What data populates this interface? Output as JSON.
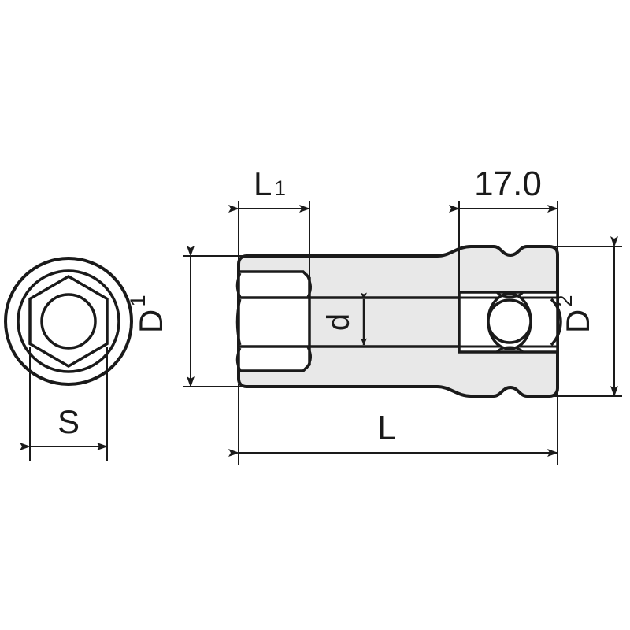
{
  "drawing": {
    "type": "engineering-dimension-drawing",
    "subject": "hex socket (deep) with square drive end",
    "views": [
      {
        "name": "end-view",
        "description": "circular end view showing hexagon socket profile"
      },
      {
        "name": "side-view",
        "description": "longitudinal section of socket body"
      }
    ],
    "line_color": "#1a1a1a",
    "body_fill": "#e8e8e8",
    "cavity_fill": "#ffffff",
    "background": "#ffffff"
  },
  "dimensions": {
    "l1": {
      "label": "L",
      "subscript": "1",
      "orientation": "horizontal",
      "location": "top-left"
    },
    "width_17": {
      "label": "17.0",
      "orientation": "horizontal",
      "location": "top-right"
    },
    "d1": {
      "label": "D",
      "subscript": "1",
      "orientation": "vertical-rotated",
      "location": "left-of-body"
    },
    "d2": {
      "label": "D",
      "subscript": "2",
      "orientation": "vertical-rotated",
      "location": "right-of-body"
    },
    "d_small": {
      "label": "d",
      "orientation": "vertical-rotated",
      "location": "center-of-body"
    },
    "l_total": {
      "label": "L",
      "orientation": "horizontal",
      "location": "bottom"
    },
    "s": {
      "label": "S",
      "orientation": "horizontal",
      "location": "below-end-view"
    }
  }
}
